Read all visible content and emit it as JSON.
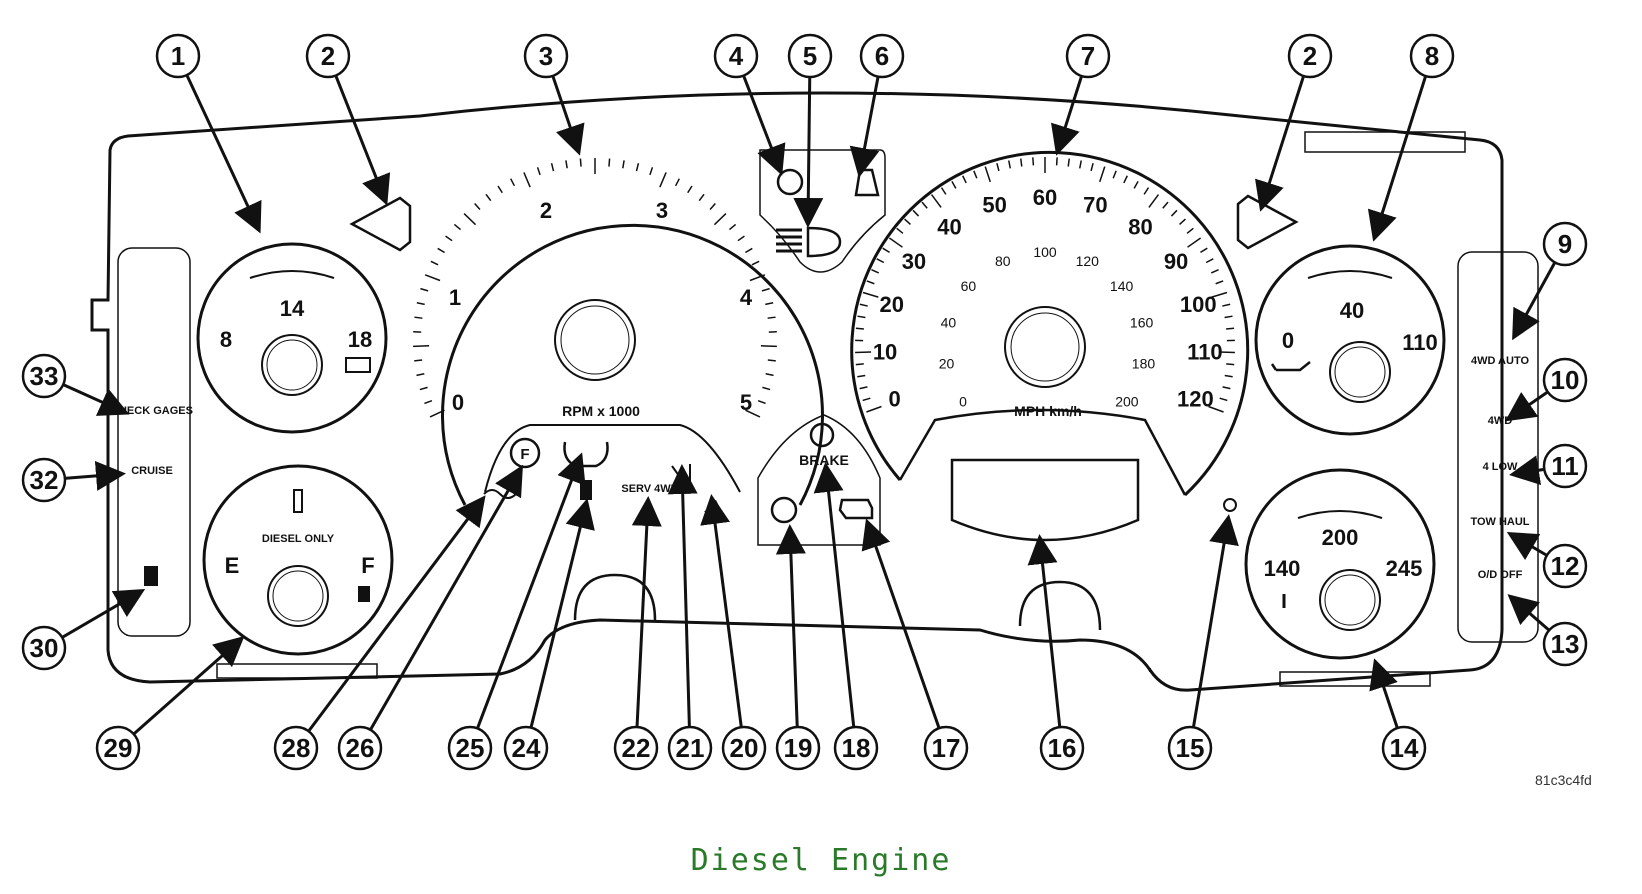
{
  "caption": "Diesel Engine",
  "figure_id": "81c3c4fd",
  "colors": {
    "caption": "#2a7a2a",
    "line": "#111111"
  },
  "gauges": {
    "voltmeter": {
      "top": "14",
      "left": "8",
      "right": "18",
      "icon": "battery-icon"
    },
    "tachometer": {
      "labels": [
        "0",
        "1",
        "2",
        "3",
        "4",
        "5"
      ],
      "unit": "RPM x 1000"
    },
    "speedometer": {
      "mph_labels": [
        "0",
        "10",
        "20",
        "30",
        "40",
        "50",
        "60",
        "70",
        "80",
        "90",
        "100",
        "110",
        "120"
      ],
      "kmh_labels": [
        "0",
        "20",
        "40",
        "60",
        "80",
        "100",
        "120",
        "140",
        "160",
        "180",
        "200"
      ],
      "unit": "MPH km/h"
    },
    "oil_pressure": {
      "top": "40",
      "left": "0",
      "right": "110",
      "icon": "oil-can-icon"
    },
    "fuel": {
      "empty": "E",
      "full": "F",
      "note": "DIESEL ONLY",
      "icon": "fuel-pump-icon"
    },
    "temperature": {
      "top": "200",
      "left": "140",
      "right": "245",
      "icon": "thermometer-icon"
    }
  },
  "indicators": {
    "check_gages": "CHECK GAGES",
    "cruise": "CRUISE",
    "brake": "BRAKE",
    "serv_4wd": "SERV 4WD",
    "fwd_auto": "4WD AUTO",
    "fwd": "4WD",
    "four_low": "4 LOW",
    "tow_haul": "TOW HAUL",
    "od_off": "O/D OFF",
    "filter": "F"
  },
  "callouts": [
    "1",
    "2",
    "3",
    "4",
    "5",
    "6",
    "7",
    "2",
    "8",
    "9",
    "10",
    "11",
    "12",
    "13",
    "14",
    "15",
    "16",
    "17",
    "18",
    "19",
    "20",
    "21",
    "22",
    "24",
    "25",
    "26",
    "28",
    "29",
    "30",
    "32",
    "33"
  ]
}
